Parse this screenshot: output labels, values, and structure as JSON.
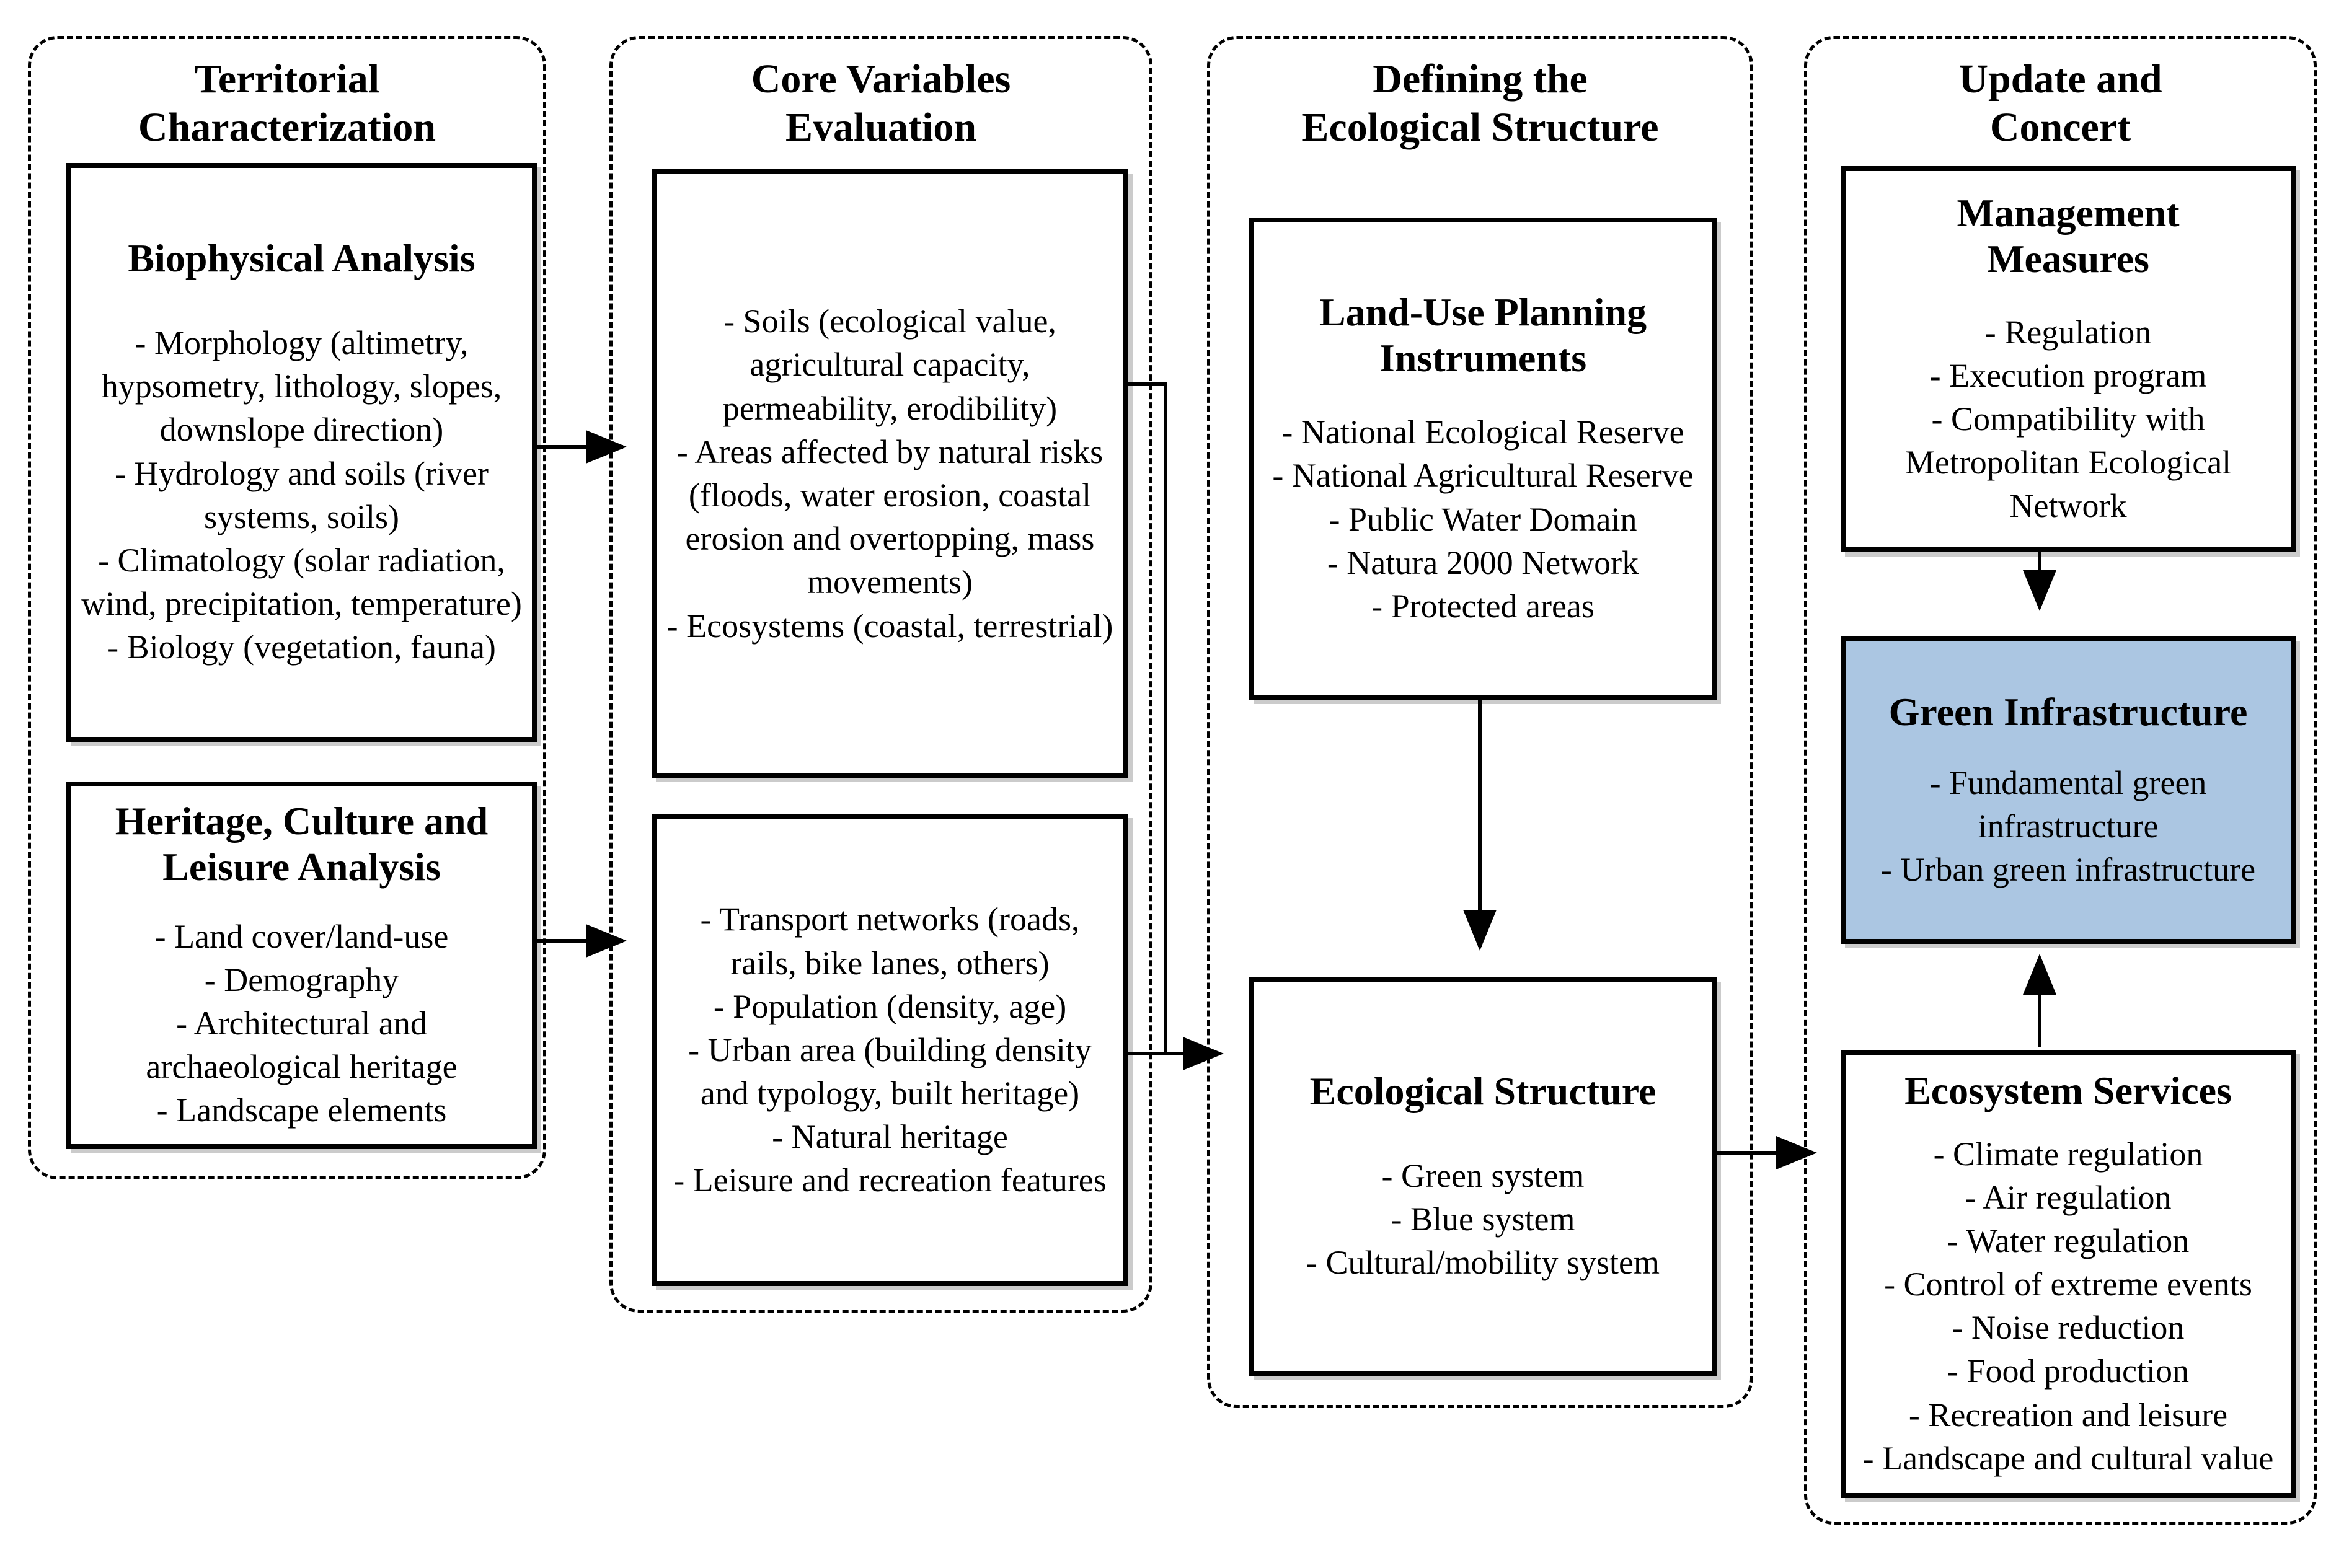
{
  "colors": {
    "background": "#ffffff",
    "line": "#000000",
    "green_infrastructure_fill": "#abc6e2"
  },
  "columns": [
    {
      "header_lines": [
        "Territorial",
        "Characterization"
      ],
      "boxes": [
        {
          "title_lines": [
            "Biophysical Analysis"
          ],
          "items": [
            "- Morphology (altimetry, hypsometry, lithology, slopes, downslope direction)",
            "- Hydrology and soils (river systems, soils)",
            "- Climatology (solar radiation, wind, precipitation, temperature)",
            "- Biology (vegetation, fauna)"
          ]
        },
        {
          "title_lines": [
            "Heritage, Culture and",
            "Leisure Analysis"
          ],
          "items": [
            "- Land cover/land-use",
            "- Demography",
            "- Architectural and archaeological heritage",
            "- Landscape elements"
          ]
        }
      ]
    },
    {
      "header_lines": [
        "Core Variables",
        "Evaluation"
      ],
      "boxes": [
        {
          "title_lines": [],
          "items": [
            "- Soils (ecological value, agricultural capacity, permeability, erodibility)",
            "- Areas affected by natural risks (floods, water erosion, coastal erosion and overtopping, mass movements)",
            "- Ecosystems (coastal, terrestrial)"
          ]
        },
        {
          "title_lines": [],
          "items": [
            "- Transport networks (roads, rails, bike lanes, others)",
            "- Population (density, age)",
            "- Urban area (building density and typology, built heritage)",
            "- Natural heritage",
            "- Leisure and recreation features"
          ]
        }
      ]
    },
    {
      "header_lines": [
        "Defining the",
        "Ecological Structure"
      ],
      "boxes": [
        {
          "title_lines": [
            "Land-Use Planning",
            "Instruments"
          ],
          "items": [
            "- National Ecological Reserve",
            "- National Agricultural Reserve",
            "- Public Water Domain",
            "- Natura 2000 Network",
            "- Protected areas"
          ]
        },
        {
          "title_lines": [
            "Ecological Structure"
          ],
          "items": [
            "- Green system",
            "- Blue system",
            "- Cultural/mobility system"
          ]
        }
      ]
    },
    {
      "header_lines": [
        "Update and",
        "Concert"
      ],
      "boxes": [
        {
          "title_lines": [
            "Management",
            "Measures"
          ],
          "items": [
            "- Regulation",
            "- Execution program",
            "- Compatibility with Metropolitan Ecological Network"
          ]
        },
        {
          "title_lines": [
            "Green Infrastructure"
          ],
          "items": [
            "- Fundamental green infrastructure",
            "- Urban green infrastructure"
          ]
        },
        {
          "title_lines": [
            "Ecosystem Services"
          ],
          "items": [
            "- Climate regulation",
            "- Air regulation",
            "- Water regulation",
            "- Control of extreme events",
            "- Noise reduction",
            "- Food production",
            "- Recreation and leisure",
            "- Landscape and cultural value"
          ]
        }
      ]
    }
  ]
}
